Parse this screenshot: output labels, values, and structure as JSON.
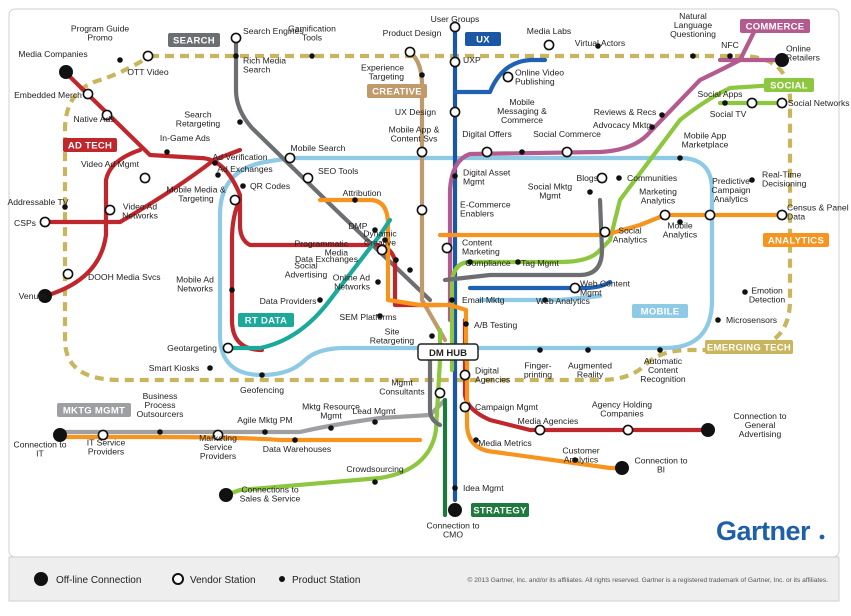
{
  "brand": {
    "logo": "Gartner",
    "copyright": "© 2013 Gartner, Inc. and/or its affiliates. All rights reserved. Gartner is a registered trademark of Gartner, Inc. or its affiliates."
  },
  "colors": {
    "ad_tech": "#c0272d",
    "search": "#6d6e71",
    "ux": "#1c57a6",
    "creative": "#c19a6b",
    "commerce": "#b35a8e",
    "social": "#8dc63f",
    "analytics": "#f7941d",
    "mobile": "#8ecae6",
    "emerging_tech": "#c8b55d",
    "rt_data": "#1aa99a",
    "mktg_mgmt": "#9d9fa2",
    "strategy": "#1d7a3c",
    "ux_blue": "#1f62b3"
  },
  "lines": [
    {
      "id": "search",
      "name": "SEARCH"
    },
    {
      "id": "ux",
      "name": "UX"
    },
    {
      "id": "commerce",
      "name": "COMMERCE"
    },
    {
      "id": "creative",
      "name": "CREATIVE"
    },
    {
      "id": "social",
      "name": "SOCIAL"
    },
    {
      "id": "ad_tech",
      "name": "AD TECH"
    },
    {
      "id": "analytics",
      "name": "ANALYTICS"
    },
    {
      "id": "rt_data",
      "name": "RT DATA"
    },
    {
      "id": "mobile",
      "name": "MOBILE"
    },
    {
      "id": "emerging_tech",
      "name": "EMERGING TECH"
    },
    {
      "id": "mktg_mgmt",
      "name": "MKTG MGMT"
    },
    {
      "id": "strategy",
      "name": "STRATEGY"
    }
  ],
  "hub": {
    "label": "DM HUB"
  },
  "stations": [
    {
      "id": "user-groups",
      "label": "User Groups"
    },
    {
      "id": "product-design",
      "label": "Product Design"
    },
    {
      "id": "media-labs",
      "label": "Media Labs"
    },
    {
      "id": "virtual-actors",
      "label": "Virtual Actors"
    },
    {
      "id": "natural-language-questioning",
      "label": "Natural Language Questioning"
    },
    {
      "id": "nfc",
      "label": "NFC"
    },
    {
      "id": "online-retailers",
      "label": "Online Retailers"
    },
    {
      "id": "search-engines",
      "label": "Search Engines"
    },
    {
      "id": "gamification-tools",
      "label": "Gamification Tools"
    },
    {
      "id": "program-guide-promo",
      "label": "Program Guide Promo"
    },
    {
      "id": "ott-video",
      "label": "OTT Video"
    },
    {
      "id": "media-companies",
      "label": "Media Companies"
    },
    {
      "id": "rich-media-search",
      "label": "Rich Media Search"
    },
    {
      "id": "uxp",
      "label": "UXP"
    },
    {
      "id": "experience-targeting",
      "label": "Experience Targeting"
    },
    {
      "id": "online-video-publishing",
      "label": "Online Video Publishing"
    },
    {
      "id": "embedded-merch",
      "label": "Embedded Merch"
    },
    {
      "id": "native-ads",
      "label": "Native Ads"
    },
    {
      "id": "ux-design",
      "label": "UX Design"
    },
    {
      "id": "mobile-messaging-commerce",
      "label": "Mobile Messaging & Commerce"
    },
    {
      "id": "reviews-recs",
      "label": "Reviews & Recs"
    },
    {
      "id": "advocacy-mktg",
      "label": "Advocacy Mktg"
    },
    {
      "id": "social-apps",
      "label": "Social Apps"
    },
    {
      "id": "social-networks",
      "label": "Social Networks"
    },
    {
      "id": "social-tv",
      "label": "Social TV"
    },
    {
      "id": "search-retargeting",
      "label": "Search Retargeting"
    },
    {
      "id": "in-game-ads",
      "label": "In-Game Ads"
    },
    {
      "id": "mobile-app-content-svs",
      "label": "Mobile App & Content Svs"
    },
    {
      "id": "digital-offers",
      "label": "Digital Offers"
    },
    {
      "id": "social-commerce",
      "label": "Social Commerce"
    },
    {
      "id": "video-ad-mgmt",
      "label": "Video Ad Mgmt"
    },
    {
      "id": "ad-verification",
      "label": "Ad Verification"
    },
    {
      "id": "mobile-search",
      "label": "Mobile Search"
    },
    {
      "id": "ad-exchanges",
      "label": "Ad Exchanges"
    },
    {
      "id": "mobile-app-marketplace",
      "label": "Mobile App Marketplace"
    },
    {
      "id": "seo-tools",
      "label": "SEO Tools"
    },
    {
      "id": "digital-asset-mgmt",
      "label": "Digital Asset Mgmt"
    },
    {
      "id": "qr-codes",
      "label": "QR Codes"
    },
    {
      "id": "blogs",
      "label": "Blogs"
    },
    {
      "id": "communities",
      "label": "Communities"
    },
    {
      "id": "real-time-decisioning",
      "label": "Real-Time Decisioning"
    },
    {
      "id": "mobile-media-targeting",
      "label": "Mobile Media & Targeting"
    },
    {
      "id": "social-mktg-mgmt",
      "label": "Social Mktg Mgmt"
    },
    {
      "id": "attribution",
      "label": "Attribution"
    },
    {
      "id": "marketing-analytics",
      "label": "Marketing Analytics"
    },
    {
      "id": "predictive-campaign-analytics",
      "label": "Predictive Campaign Analytics"
    },
    {
      "id": "addressable-tv",
      "label": "Addressable TV"
    },
    {
      "id": "e-commerce-enablers",
      "label": "E-Commerce Enablers"
    },
    {
      "id": "census-panel-data",
      "label": "Census & Panel Data"
    },
    {
      "id": "video-ad-networks",
      "label": "Video Ad Networks"
    },
    {
      "id": "dmp",
      "label": "DMP"
    },
    {
      "id": "csps",
      "label": "CSPs"
    },
    {
      "id": "dynamic-creative",
      "label": "Dynamic Creative"
    },
    {
      "id": "social-analytics",
      "label": "Social Analytics"
    },
    {
      "id": "mobile-analytics",
      "label": "Mobile Analytics"
    },
    {
      "id": "programmatic-media",
      "label": "Programmatic Media"
    },
    {
      "id": "content-marketing",
      "label": "Content Marketing"
    },
    {
      "id": "data-exchanges",
      "label": "Data Exchanges"
    },
    {
      "id": "compliance",
      "label": "Compliance"
    },
    {
      "id": "tag-mgmt",
      "label": "Tag Mgmt"
    },
    {
      "id": "social-advertising",
      "label": "Social Advertising"
    },
    {
      "id": "dooh-media-svcs",
      "label": "DOOH Media Svcs"
    },
    {
      "id": "online-ad-networks",
      "label": "Online Ad Networks"
    },
    {
      "id": "web-content-mgmt",
      "label": "Web Content Mgmt"
    },
    {
      "id": "mobile-ad-networks",
      "label": "Mobile Ad Networks"
    },
    {
      "id": "venues",
      "label": "Venues"
    },
    {
      "id": "email-mktg",
      "label": "Email Mktg"
    },
    {
      "id": "web-analytics",
      "label": "Web Analytics"
    },
    {
      "id": "data-providers",
      "label": "Data Providers"
    },
    {
      "id": "emotion-detection",
      "label": "Emotion Detection"
    },
    {
      "id": "sem-platforms",
      "label": "SEM Platforms"
    },
    {
      "id": "ab-testing",
      "label": "A/B Testing"
    },
    {
      "id": "microsensors",
      "label": "Microsensors"
    },
    {
      "id": "site-retargeting",
      "label": "Site Retargeting"
    },
    {
      "id": "geotargeting",
      "label": "Geotargeting"
    },
    {
      "id": "smart-kiosks",
      "label": "Smart Kiosks"
    },
    {
      "id": "digital-agencies",
      "label": "Digital Agencies"
    },
    {
      "id": "fingerprinting",
      "label": "Finger- printing"
    },
    {
      "id": "augmented-reality",
      "label": "Augmented Reality"
    },
    {
      "id": "automatic-content-recognition",
      "label": "Automatic Content Recognition"
    },
    {
      "id": "geofencing",
      "label": "Geofencing"
    },
    {
      "id": "mgmt-consultants",
      "label": "Mgmt Consultants"
    },
    {
      "id": "business-process-outsourcers",
      "label": "Business Process Outsourcers"
    },
    {
      "id": "mktg-resource-mgmt",
      "label": "Mktg Resource Mgmt"
    },
    {
      "id": "lead-mgmt",
      "label": "Lead Mgmt"
    },
    {
      "id": "campaign-mgmt",
      "label": "Campaign Mgmt"
    },
    {
      "id": "media-agencies",
      "label": "Media Agencies"
    },
    {
      "id": "agency-holding-companies",
      "label": "Agency Holding Companies"
    },
    {
      "id": "agile-mktg-pm",
      "label": "Agile Mktg PM"
    },
    {
      "id": "connection-to-it",
      "label": "Connection to IT"
    },
    {
      "id": "it-service-providers",
      "label": "IT Service Providers"
    },
    {
      "id": "marketing-service-providers",
      "label": "Marketing Service Providers"
    },
    {
      "id": "data-warehouses",
      "label": "Data Warehouses"
    },
    {
      "id": "media-metrics",
      "label": "Media Metrics"
    },
    {
      "id": "connection-to-general-advertising",
      "label": "Connection to General Advertising"
    },
    {
      "id": "customer-analytics",
      "label": "Customer Analytics"
    },
    {
      "id": "crowdsourcing",
      "label": "Crowdsourcing"
    },
    {
      "id": "connection-to-bi",
      "label": "Connection to BI"
    },
    {
      "id": "connections-to-sales-service",
      "label": "Connections to Sales & Service"
    },
    {
      "id": "idea-mgmt",
      "label": "Idea Mgmt"
    },
    {
      "id": "connection-to-cmo",
      "label": "Connection to CMO"
    }
  ],
  "legend": [
    {
      "id": "offline",
      "label": "Off-line Connection"
    },
    {
      "id": "vendor",
      "label": "Vendor Station"
    },
    {
      "id": "product",
      "label": "Product Station"
    }
  ]
}
